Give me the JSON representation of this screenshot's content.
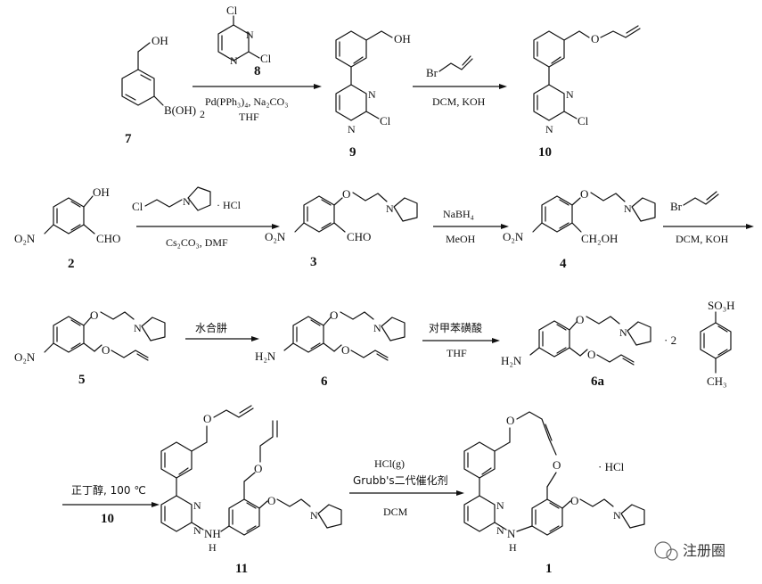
{
  "compounds": {
    "c7": {
      "label": "7",
      "atoms": {
        "oh": "OH",
        "boron": "B(OH)",
        "boron_sub": "2"
      }
    },
    "c8": {
      "label": "8",
      "atoms": {
        "cl_top": "Cl",
        "cl_side": "Cl",
        "n1": "N",
        "n2": "N"
      }
    },
    "c9": {
      "label": "9",
      "atoms": {
        "oh": "OH",
        "n1": "N",
        "n2": "N",
        "cl": "Cl"
      }
    },
    "c10": {
      "label": "10",
      "atoms": {
        "o": "O",
        "n1": "N",
        "n2": "N",
        "cl": "Cl"
      }
    },
    "c2": {
      "label": "2",
      "atoms": {
        "oh": "OH",
        "no2": "O₂N",
        "cho": "CHO"
      }
    },
    "c3": {
      "label": "3",
      "atoms": {
        "o": "O",
        "n": "N",
        "no2": "O₂N",
        "cho": "CHO"
      }
    },
    "c4": {
      "label": "4",
      "atoms": {
        "o": "O",
        "n": "N",
        "no2": "O₂N",
        "ch2oh": "CH₂OH"
      }
    },
    "c5": {
      "label": "5",
      "atoms": {
        "o1": "O",
        "o2": "O",
        "n": "N",
        "no2": "O₂N"
      }
    },
    "c6": {
      "label": "6",
      "atoms": {
        "o1": "O",
        "o2": "O",
        "n": "N",
        "nh2": "H₂N"
      }
    },
    "c6a": {
      "label": "6a",
      "atoms": {
        "o1": "O",
        "o2": "O",
        "n": "N",
        "nh2": "H₂N",
        "dot2": "· 2",
        "so3h": "SO₃H",
        "ch3": "CH₃"
      }
    },
    "c11": {
      "label": "11",
      "atoms": {
        "o1": "O",
        "o2": "O",
        "o3": "O",
        "n1": "N",
        "n2": "N",
        "n3": "N",
        "nh": "NH",
        "h": "H"
      }
    },
    "c1": {
      "label": "1",
      "atoms": {
        "o1": "O",
        "o2": "O",
        "o3": "O",
        "n1": "N",
        "n2": "N",
        "n3": "N",
        "nh": "N",
        "h": "H",
        "hcl": "· HCl"
      }
    }
  },
  "steps": {
    "s1": {
      "reagent_num": "8",
      "line1": "Pd(PPh₃)₄, Na₂CO₃",
      "line2": "THF"
    },
    "s2": {
      "br": "Br",
      "line1": "DCM, KOH"
    },
    "s3": {
      "cl": "Cl",
      "n": "N",
      "hcl": "· HCl",
      "line1": "Cs₂CO₃, DMF"
    },
    "s4": {
      "line1": "NaBH₄",
      "line2": "MeOH"
    },
    "s5": {
      "br": "Br",
      "line1": "DCM, KOH"
    },
    "s6": {
      "line1": "水合肼"
    },
    "s7": {
      "line1": "对甲苯磺酸",
      "line2": "THF"
    },
    "s8": {
      "line1": "正丁醇, 100 ℃",
      "line2": "10"
    },
    "s9": {
      "line1": "HCl(g)",
      "line2": "Grubb's二代催化剂",
      "line3": "DCM"
    }
  },
  "watermark": {
    "text": "注册圈"
  }
}
